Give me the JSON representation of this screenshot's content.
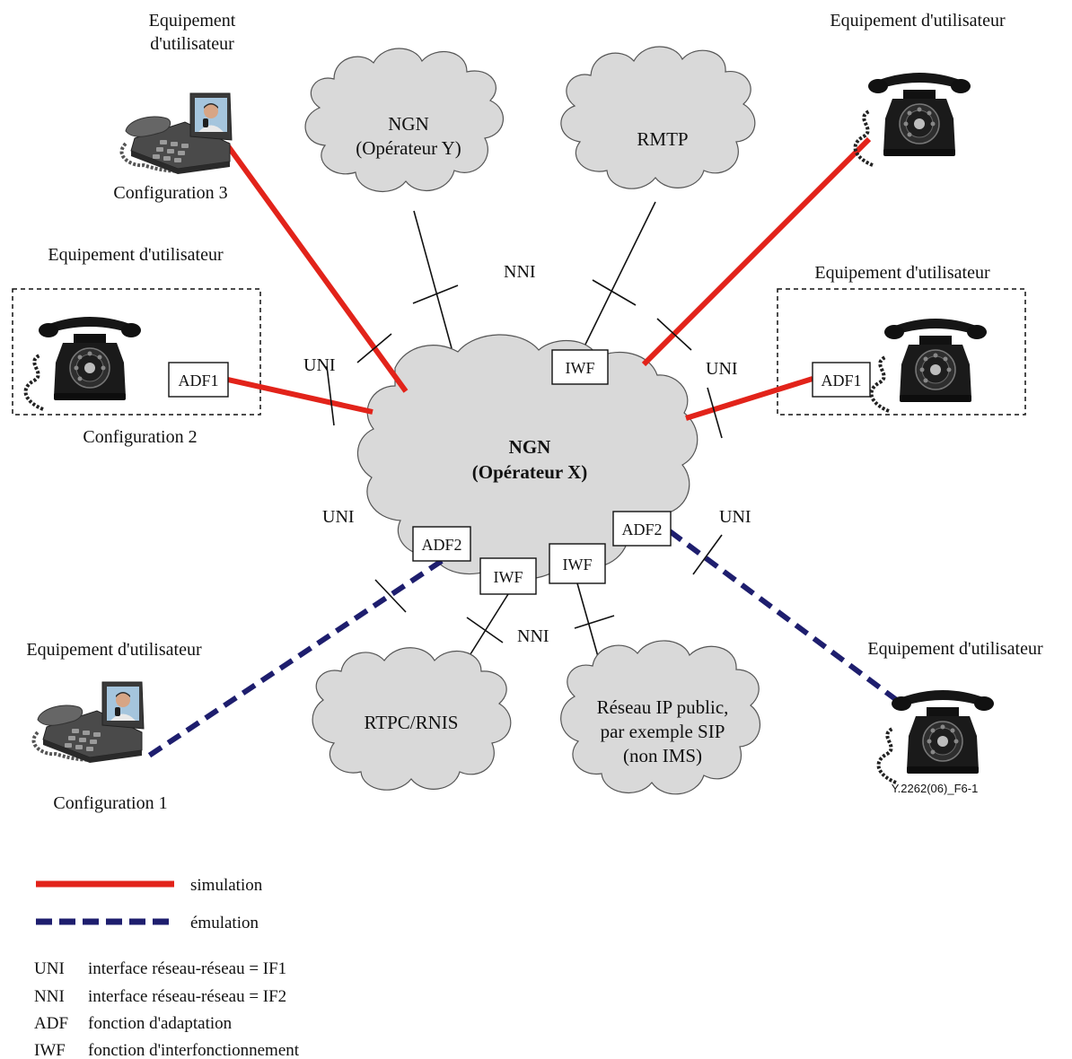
{
  "clouds": {
    "center": {
      "line1": "NGN",
      "line2": "(Opérateur X)"
    },
    "ngn_y": {
      "line1": "NGN",
      "line2": "(Opérateur Y)"
    },
    "rmtp": {
      "line1": "RMTP"
    },
    "rtpc": {
      "line1": "RTPC/RNIS"
    },
    "ip_public": {
      "line1": "Réseau IP public,",
      "line2": "par exemple SIP",
      "line3": "(non IMS)"
    }
  },
  "boxes": {
    "adf1_left": "ADF1",
    "adf1_right": "ADF1",
    "adf2_left": "ADF2",
    "adf2_right": "ADF2",
    "iwf_top": "IWF",
    "iwf_bottom_left": "IWF",
    "iwf_bottom_right": "IWF"
  },
  "interfaces": {
    "nni_top": "NNI",
    "nni_bottom": "NNI",
    "uni_left": "UNI",
    "uni_right": "UNI",
    "uni_bottom_left": "UNI",
    "uni_bottom_right": "UNI"
  },
  "equipment": {
    "top_left": {
      "line1": "Equipement",
      "line2": "d'utilisateur",
      "config": "Configuration 3"
    },
    "left": {
      "label": "Equipement d'utilisateur",
      "config": "Configuration 2"
    },
    "bottom_left": {
      "label": "Equipement d'utilisateur",
      "config": "Configuration 1"
    },
    "top_right": {
      "label": "Equipement d'utilisateur"
    },
    "right": {
      "label": "Equipement d'utilisateur"
    },
    "bottom_right": {
      "label": "Equipement d'utilisateur"
    }
  },
  "figure_id": "Y.2262(06)_F6-1",
  "legend": {
    "simulation": "simulation",
    "emulation": "émulation",
    "abbreviations": [
      {
        "abbr": "UNI",
        "text": "interface réseau-réseau = IF1"
      },
      {
        "abbr": "NNI",
        "text": "interface réseau-réseau = IF2"
      },
      {
        "abbr": "ADF",
        "text": "fonction d'adaptation"
      },
      {
        "abbr": "IWF",
        "text": "fonction d'interfonctionnement"
      }
    ]
  },
  "colors": {
    "simulation": "#e2231a",
    "emulation": "#1e1e6e",
    "cloud_fill": "#d9d9d9"
  },
  "icons": [
    "video-phone-icon",
    "rotary-phone-icon"
  ]
}
